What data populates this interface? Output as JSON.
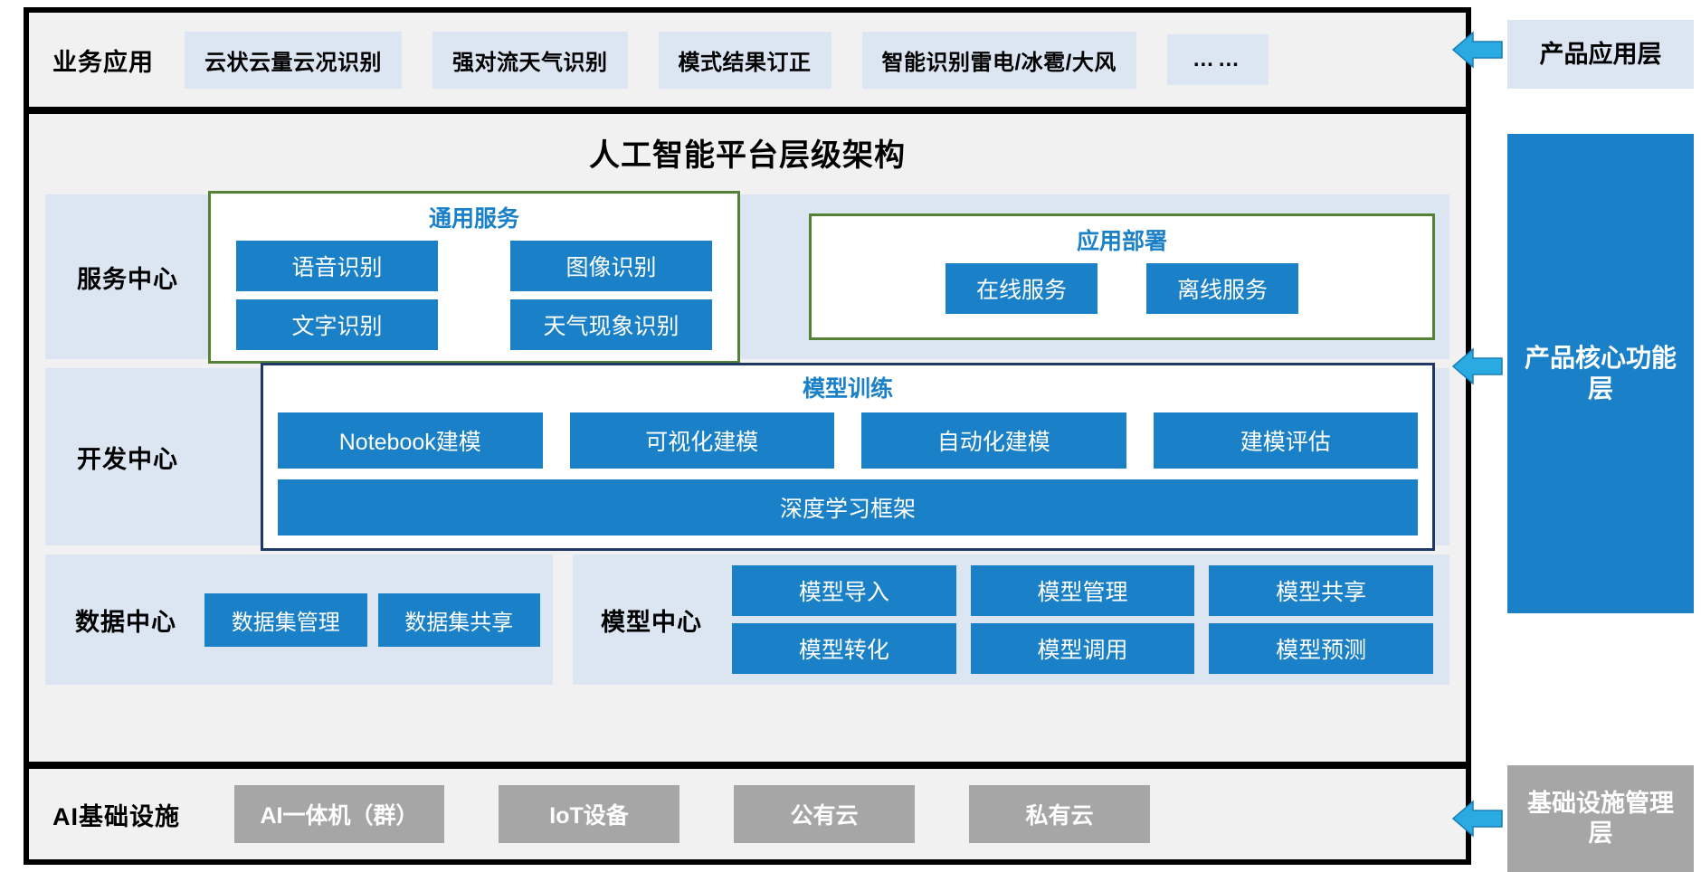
{
  "diagram": {
    "title": "人工智能平台层级架构",
    "colors": {
      "accent_blue": "#1a80c8",
      "light_blue_panel": "#dce6f2",
      "band_gray": "#f1f1f1",
      "frame_black": "#000000",
      "green_border": "#548235",
      "navy_border": "#1f3864",
      "infra_gray": "#a6a6a6",
      "arrow_blue": "#29abe2"
    }
  },
  "business_applications": {
    "label": "业务应用",
    "items": [
      "云状云量云况识别",
      "强对流天气识别",
      "模式结果订正",
      "智能识别雷电/冰雹/大风",
      "……"
    ]
  },
  "service_center": {
    "label": "服务中心",
    "general_services": {
      "title": "通用服务",
      "items": [
        "语音识别",
        "图像识别",
        "文字识别",
        "天气现象识别"
      ]
    },
    "app_deployment": {
      "title": "应用部署",
      "items": [
        "在线服务",
        "离线服务"
      ]
    }
  },
  "development_center": {
    "label": "开发中心",
    "model_training": {
      "title": "模型训练",
      "items": [
        "Notebook建模",
        "可视化建模",
        "自动化建模",
        "建模评估"
      ],
      "framework": "深度学习框架"
    }
  },
  "data_center": {
    "label": "数据中心",
    "items": [
      "数据集管理",
      "数据集共享"
    ]
  },
  "model_center": {
    "label": "模型中心",
    "items": [
      "模型导入",
      "模型管理",
      "模型共享",
      "模型转化",
      "模型调用",
      "模型预测"
    ]
  },
  "ai_infrastructure": {
    "label": "AI基础设施",
    "items": [
      "AI一体机（群）",
      "IoT设备",
      "公有云",
      "私有云"
    ]
  },
  "layer_legend": {
    "application_layer": "产品应用层",
    "core_function_layer": "产品核心功能层",
    "infrastructure_management_layer": "基础设施管理层"
  }
}
